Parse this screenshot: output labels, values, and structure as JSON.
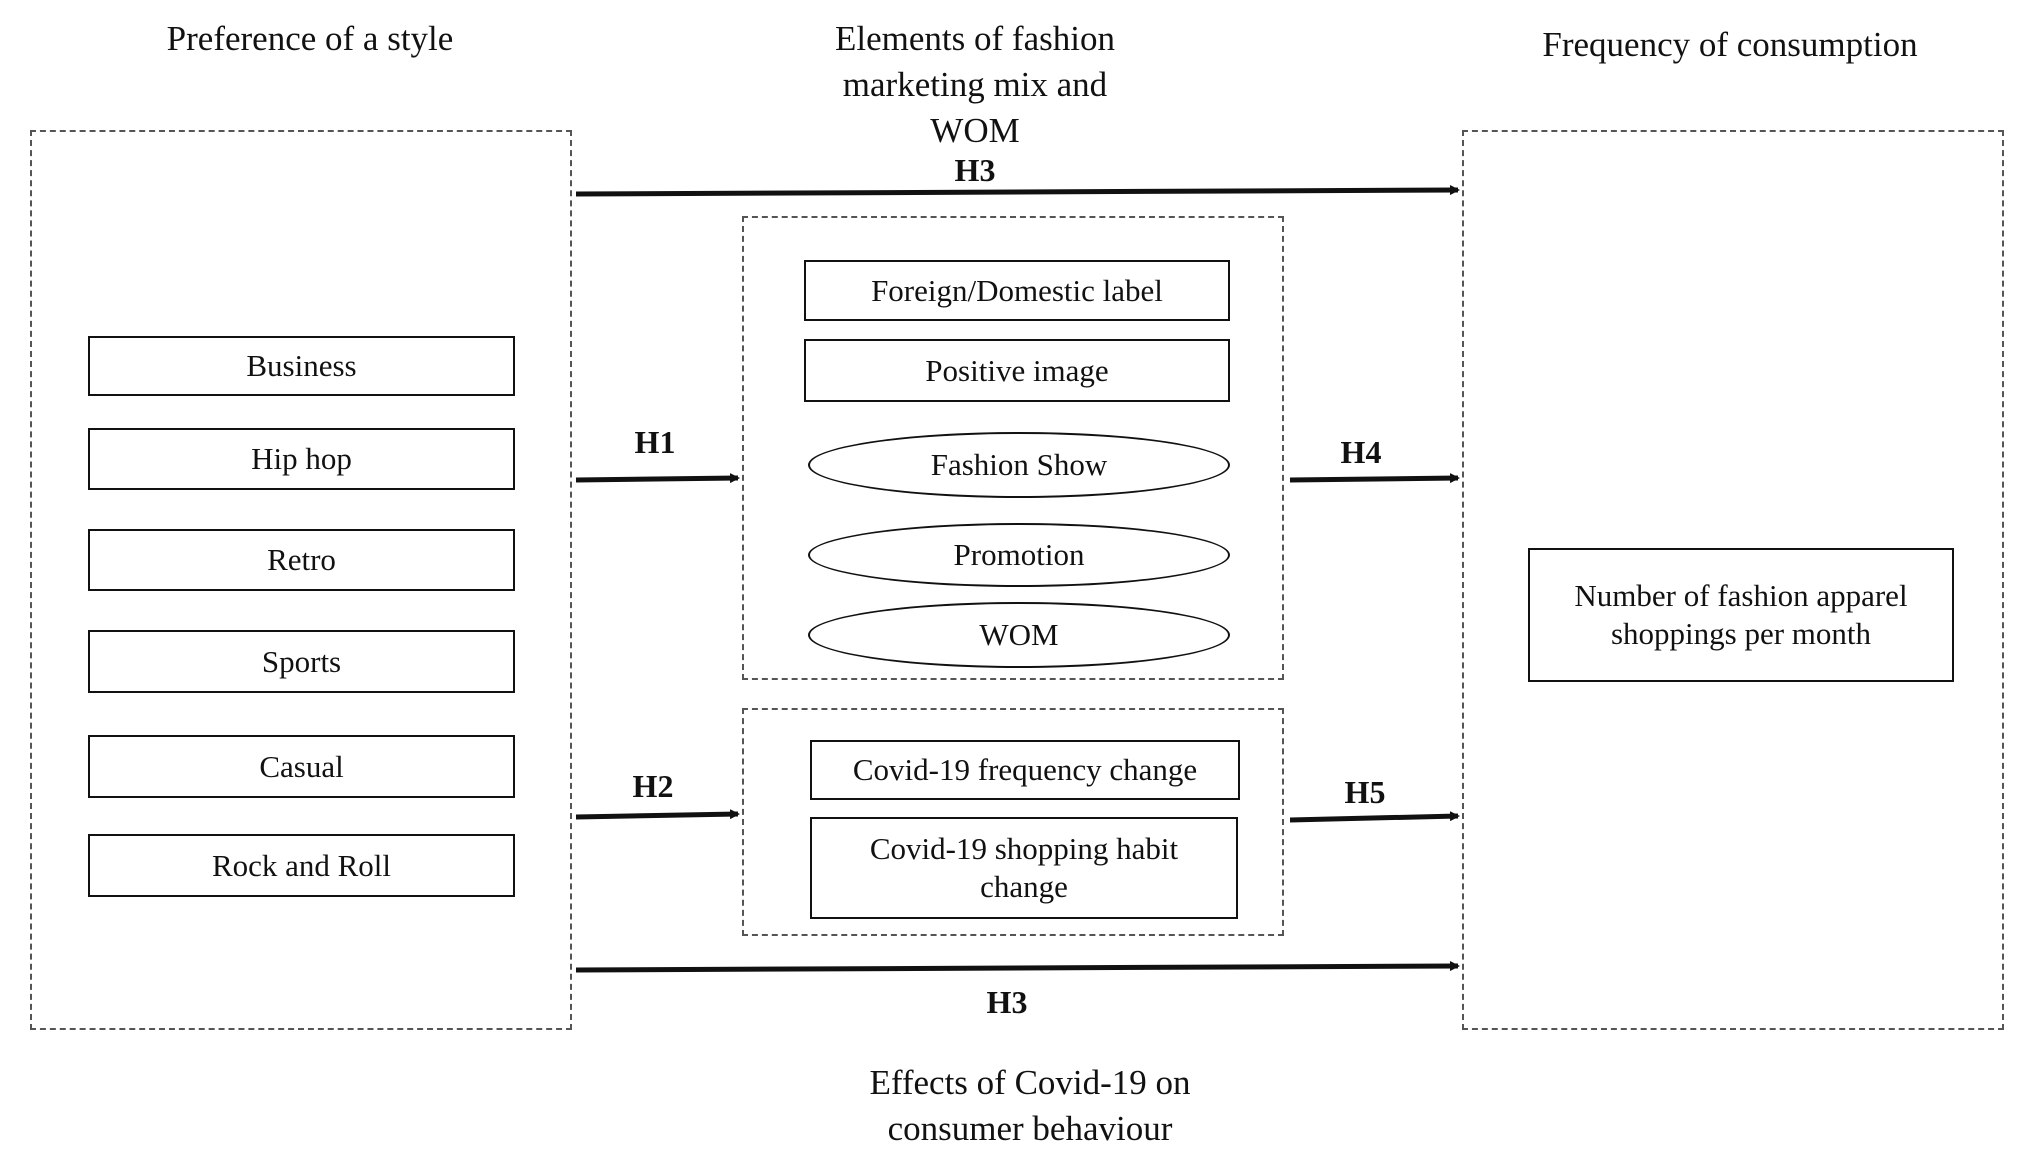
{
  "headings": {
    "preference": "Preference  of a style",
    "elements": "Elements of fashion\nmarketing mix and\nWOM",
    "frequency": "Frequency of consumption",
    "covid": "Effects of Covid-19 on\nconsumer behaviour"
  },
  "styles": [
    "Business",
    "Hip hop",
    "Retro",
    "Sports",
    "Casual",
    "Rock and Roll"
  ],
  "marketing_mix": {
    "boxes": [
      "Foreign/Domestic label",
      "Positive image"
    ],
    "ellipses": [
      "Fashion Show",
      "Promotion",
      "WOM"
    ]
  },
  "covid_items": [
    "Covid-19 frequency change",
    "Covid-19 shopping habit\nchange"
  ],
  "outcome": "Number of fashion apparel\nshoppings per month",
  "hypotheses": {
    "h3_top": "H3",
    "h1": "H1",
    "h4": "H4",
    "h2": "H2",
    "h5": "H5",
    "h3_bottom": "H3"
  },
  "colors": {
    "line": "#111111",
    "dash": "#555555"
  }
}
